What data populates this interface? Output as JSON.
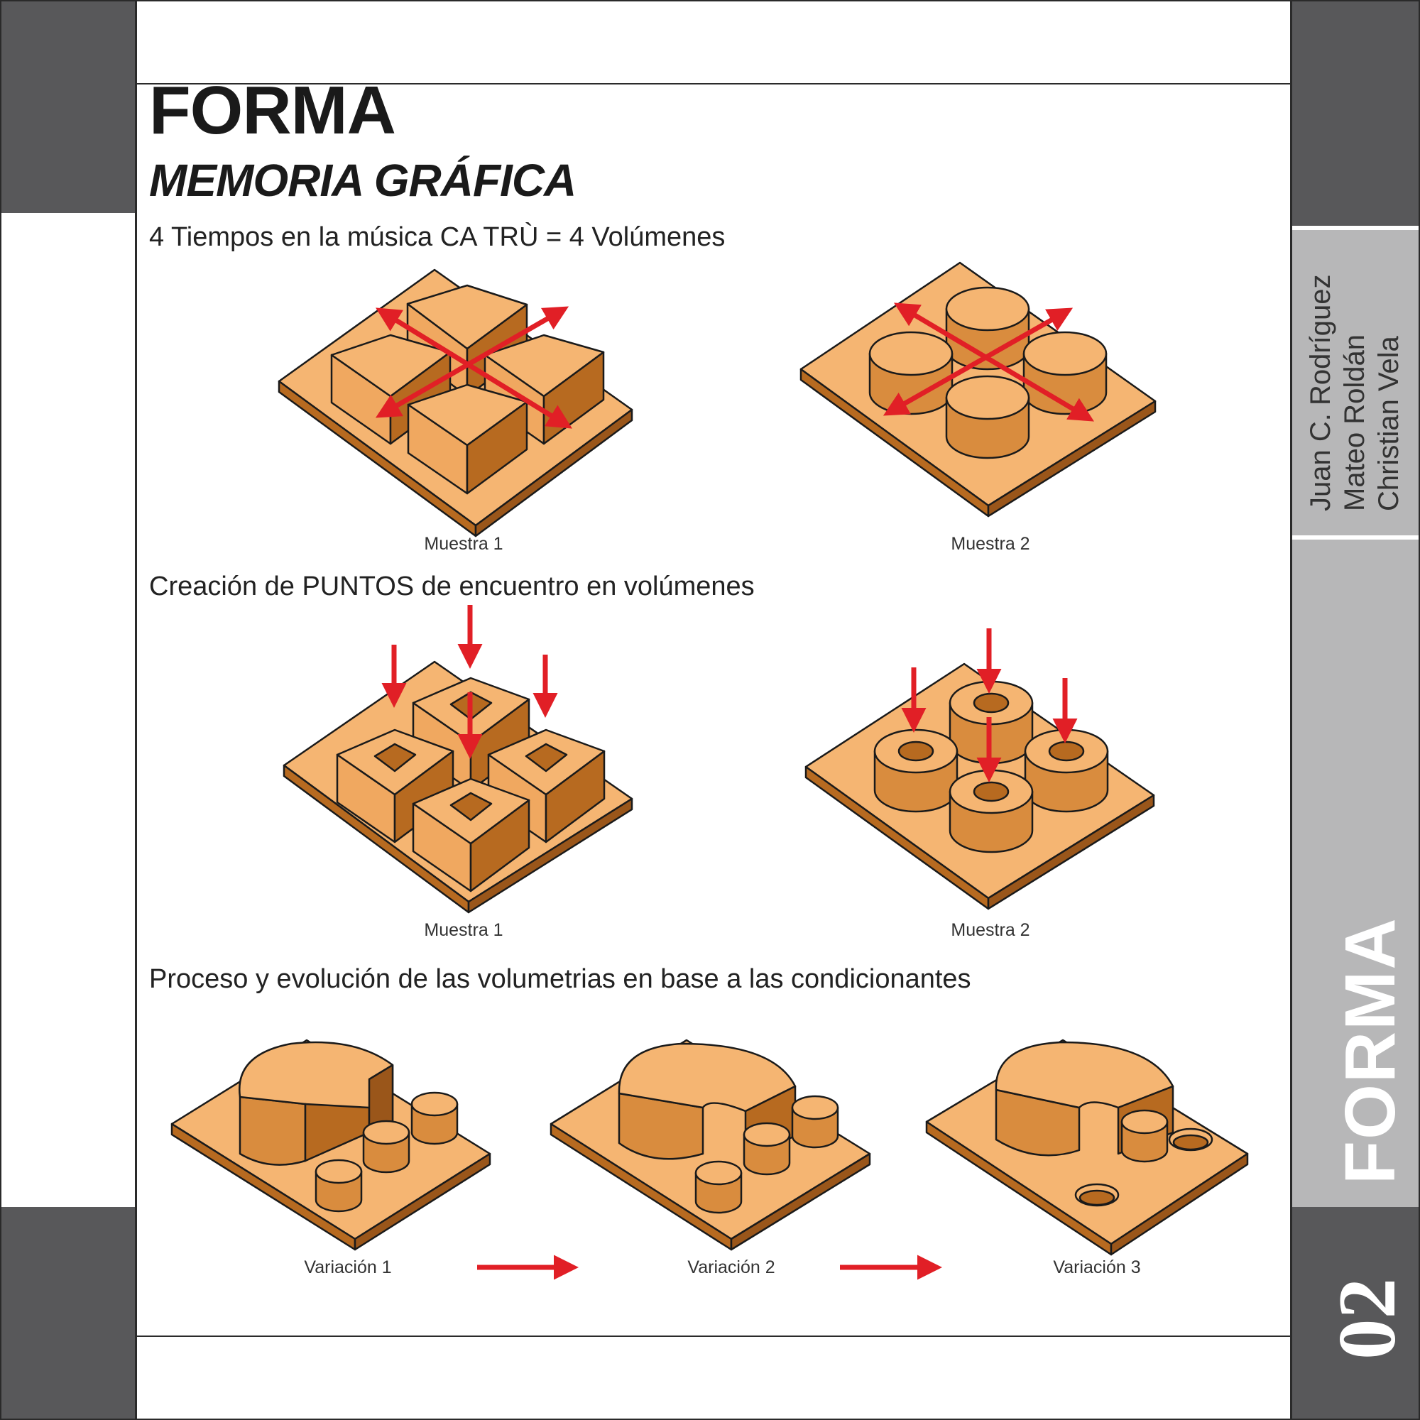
{
  "page": {
    "title": "FORMA",
    "subtitle": "MEMORIA GRÁFICA"
  },
  "sections": [
    {
      "heading": "4 Tiempos en la música CA TRÙ  =  4 Volúmenes",
      "captions": [
        "Muestra 1",
        "Muestra 2"
      ]
    },
    {
      "heading": "Creación de PUNTOS de encuentro en volúmenes",
      "captions": [
        "Muestra 1",
        "Muestra 2"
      ]
    },
    {
      "heading": "Proceso y evolución de las volumetrias en base a las condicionantes",
      "captions": [
        "Variación 1",
        "Variación 2",
        "Variación 3"
      ]
    }
  ],
  "sidebar": {
    "authors": [
      "Juan C. Rodríguez",
      "Mateo Roldán",
      "Christian Vela"
    ],
    "section_label": "FORMA",
    "page_number": "02"
  },
  "colors": {
    "dark_band": "#58585a",
    "light_band": "#b7b7b8",
    "model_top": "#f5b572",
    "model_side": "#b76a20",
    "arrow": "#e11f26"
  }
}
